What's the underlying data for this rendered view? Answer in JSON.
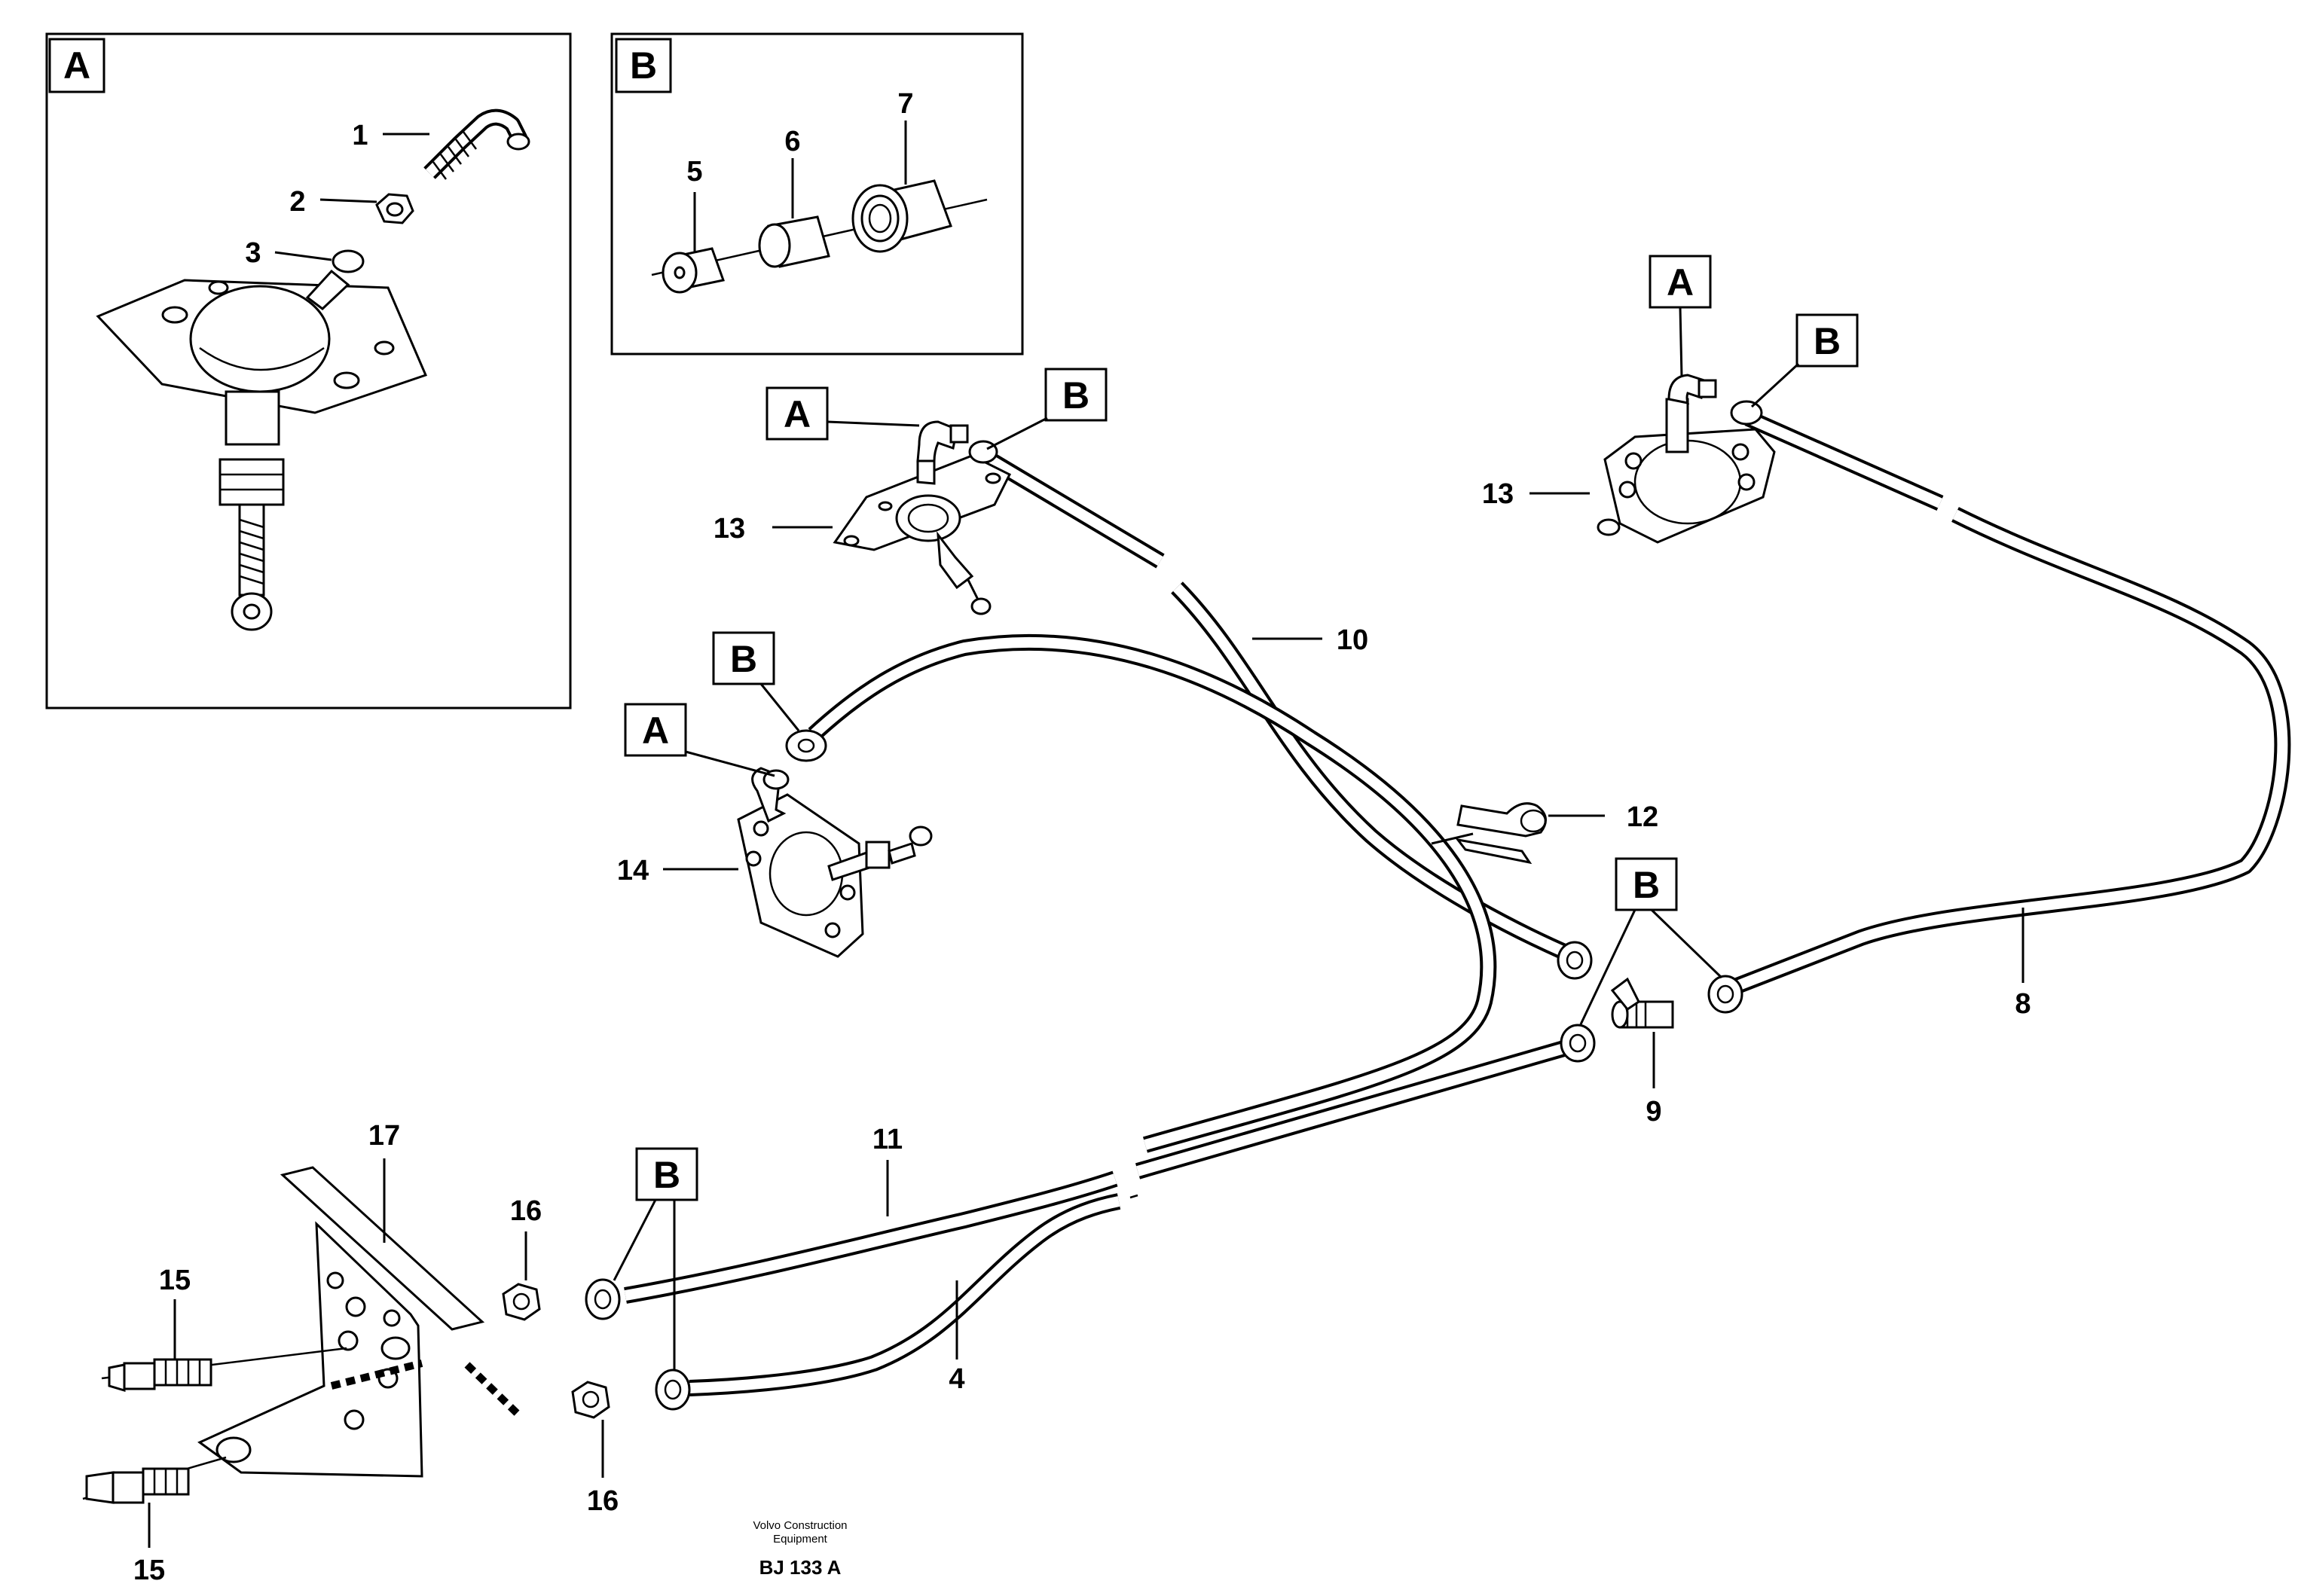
{
  "callouts": {
    "c1": "1",
    "c2": "2",
    "c3": "3",
    "c4": "4",
    "c5": "5",
    "c6": "6",
    "c7": "7",
    "c8": "8",
    "c9": "9",
    "c10": "10",
    "c11": "11",
    "c12": "12",
    "c13a": "13",
    "c13b": "13",
    "c14": "14",
    "c15a": "15",
    "c15b": "15",
    "c16a": "16",
    "c16b": "16",
    "c17": "17"
  },
  "detail_boxes": {
    "a_title": "A",
    "b_title": "B"
  },
  "markers": {
    "a1": "A",
    "a2": "A",
    "a3": "A",
    "b1": "B",
    "b2": "B",
    "b3": "B",
    "b4": "B",
    "b5": "B"
  },
  "footer": {
    "company_line1": "Volvo Construction",
    "company_line2": "Equipment",
    "drawing_ref": "BJ 133 A"
  }
}
